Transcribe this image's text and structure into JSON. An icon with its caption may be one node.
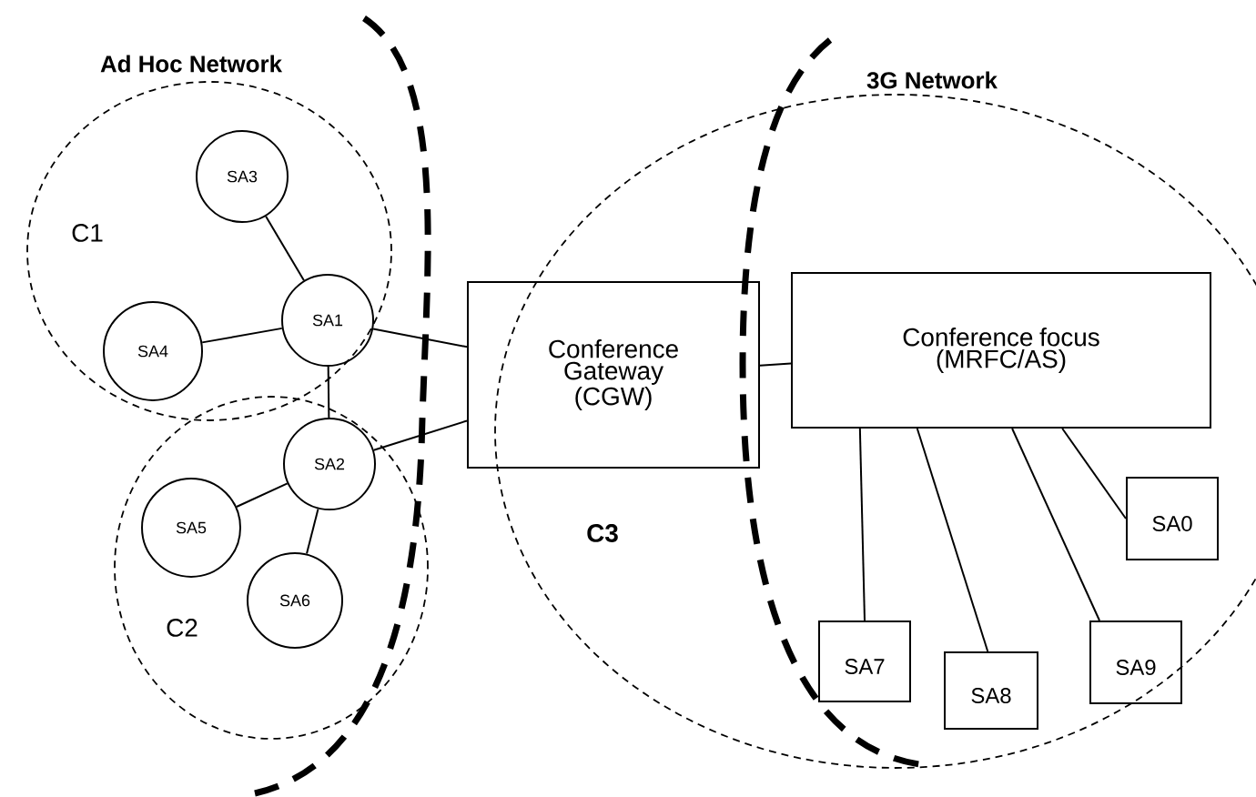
{
  "diagram": {
    "nodes": [
      {
        "text": [
          "C1"
        ]
      },
      {
        "text": [
          "SA3"
        ],
        "in": 0
      },
      {
        "text": [
          "SA1"
        ],
        "in": 0
      },
      {
        "text": [
          "SA4"
        ],
        "in": 0
      },
      {
        "text": [
          "C2"
        ]
      },
      {
        "text": [
          "SA2"
        ],
        "in": 4
      },
      {
        "text": [
          "SA5"
        ],
        "in": 4
      },
      {
        "text": [
          "SA6"
        ],
        "in": 4
      },
      {
        "text": [
          "C3"
        ]
      },
      {
        "text": [
          "Conference Gateway (CGW)"
        ]
      },
      {
        "text": [
          "Conference focus (MRFC/AS)"
        ],
        "in": 8
      },
      {
        "text": [
          "SA0"
        ],
        "in": 8
      },
      {
        "text": [
          "SA7"
        ],
        "in": 8
      },
      {
        "text": [
          "SA8"
        ],
        "in": 8
      },
      {
        "text": [
          "SA9"
        ],
        "in": 8
      }
    ],
    "edges": [
      {
        "from": 1,
        "to": 2,
        "arrow": "none"
      },
      {
        "from": 3,
        "to": 2,
        "arrow": "none"
      },
      {
        "from": 2,
        "to": 5,
        "arrow": "none"
      },
      {
        "from": 2,
        "to": 9,
        "arrow": "none"
      },
      {
        "from": 5,
        "to": 9,
        "arrow": "none"
      },
      {
        "from": 5,
        "to": 6,
        "arrow": "none"
      },
      {
        "from": 5,
        "to": 7,
        "arrow": "none"
      },
      {
        "from": 9,
        "to": 10,
        "arrow": "none"
      },
      {
        "from": 10,
        "to": 12,
        "arrow": "none"
      },
      {
        "from": 10,
        "to": 13,
        "arrow": "none"
      },
      {
        "from": 10,
        "to": 14,
        "arrow": "none"
      },
      {
        "from": 10,
        "to": 11,
        "arrow": "none"
      }
    ],
    "labels": [
      "Ad Hoc Network",
      "3G Network"
    ]
  }
}
